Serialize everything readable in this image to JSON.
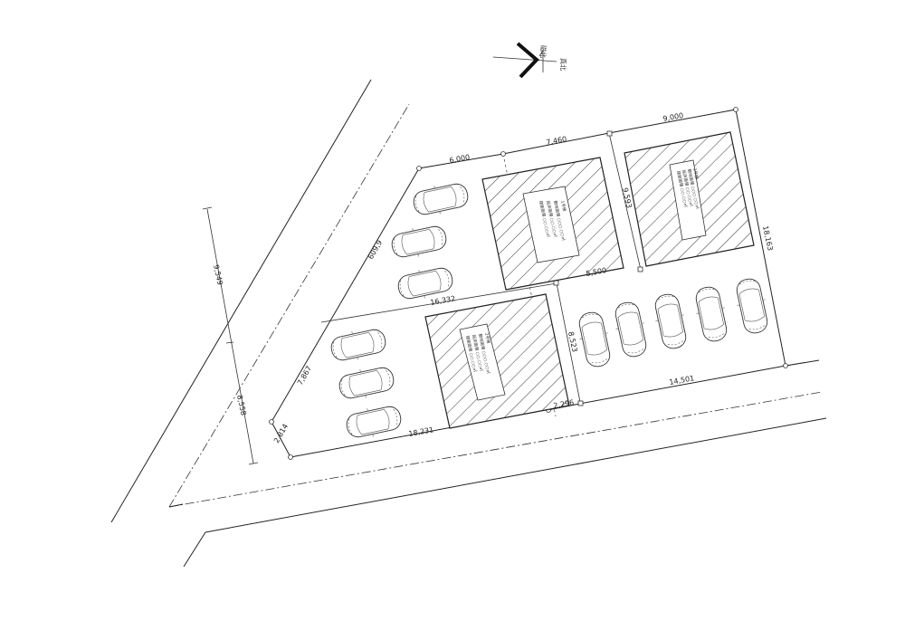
{
  "north": {
    "label_a": "磁北",
    "label_b": "真北"
  },
  "dimensions": {
    "top_left": "6,000",
    "top_middle": "7,460",
    "top_right": "9,000",
    "building_a_right": "9,593",
    "east_side": "18,163",
    "building_a_bottom": "5,500",
    "north_left_slant": "609,9",
    "west_upper": "9,549",
    "west_lower": "8,558",
    "middle_width": "16,332",
    "building_b_right": "8,523",
    "south_right": "14,501",
    "west_inner": "7,867",
    "bottom_small": "2,296",
    "bottom_left": "18,231",
    "corner_small": "2,814"
  },
  "buildings": [
    {
      "id": "A",
      "lines": [
        "1号棟",
        "敷地面積 ○○○.○○㎡",
        "延床面積 ○○.○○㎡",
        "建築面積 ○○.○○㎡"
      ]
    },
    {
      "id": "B",
      "lines": [
        "2号棟",
        "敷地面積 ○○○.○○㎡",
        "延床面積 ○○.○○㎡",
        "建築面積 ○○.○○㎡"
      ]
    },
    {
      "id": "C",
      "lines": [
        "3号棟",
        "敷地面積 ○○○.○○㎡",
        "延床面積 ○○.○○㎡",
        "建築面積 ○○.○○㎡"
      ]
    }
  ]
}
